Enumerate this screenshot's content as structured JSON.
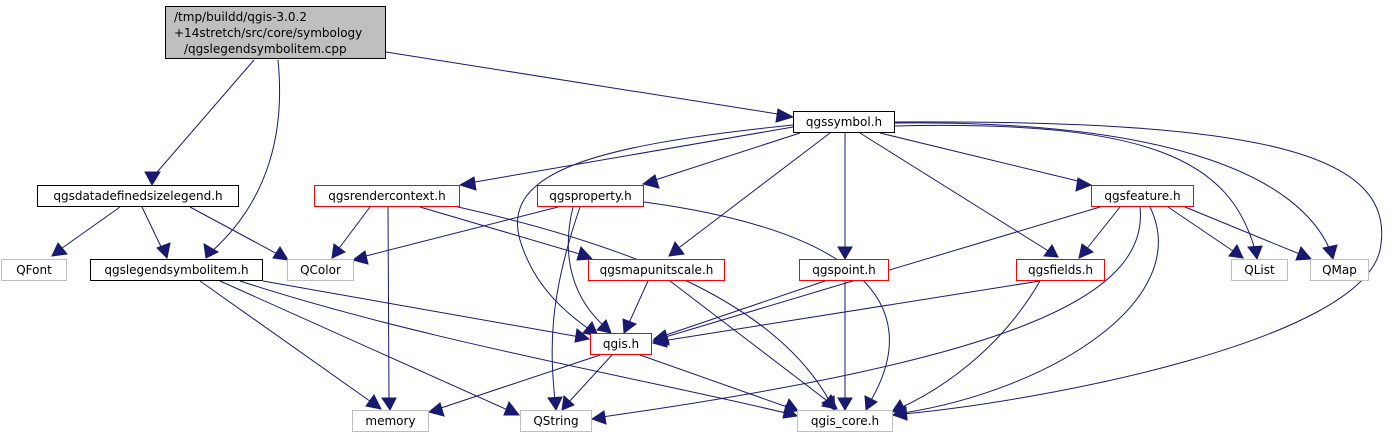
{
  "colors": {
    "edge": "#191970",
    "node_border": "#000000",
    "missing_border": "#bfbfbf",
    "incomplete_border": "#ff0000",
    "root_fill": "#bfbfbf"
  },
  "nodes": {
    "root": {
      "lines": [
        "/tmp/buildd/qgis-3.0.2",
        "+14stretch/src/core/symbology",
        "/qgslegendsymbolitem.cpp"
      ]
    },
    "qgssymbol": {
      "label": "qgssymbol.h"
    },
    "qgsdatadefinedsizelegend": {
      "label": "qgsdatadefinedsizelegend.h"
    },
    "qgsrendercontext": {
      "label": "qgsrendercontext.h"
    },
    "qgsproperty": {
      "label": "qgsproperty.h"
    },
    "qgsfeature": {
      "label": "qgsfeature.h"
    },
    "qfont": {
      "label": "QFont"
    },
    "qgslegendsymbolitem": {
      "label": "qgslegendsymbolitem.h"
    },
    "qcolor": {
      "label": "QColor"
    },
    "qgsmapunitscale": {
      "label": "qgsmapunitscale.h"
    },
    "qgspoint": {
      "label": "qgspoint.h"
    },
    "qgsfields": {
      "label": "qgsfields.h"
    },
    "qlist": {
      "label": "QList"
    },
    "qmap": {
      "label": "QMap"
    },
    "qgis": {
      "label": "qgis.h"
    },
    "memory": {
      "label": "memory"
    },
    "qstring": {
      "label": "QString"
    },
    "qgis_core": {
      "label": "qgis_core.h"
    }
  }
}
